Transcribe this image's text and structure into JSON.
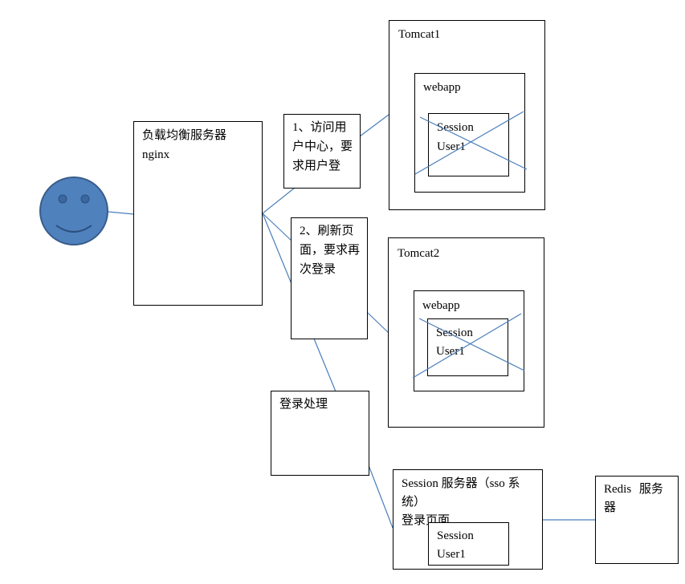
{
  "load_balancer": {
    "title": "负载均衡服务器",
    "name": "nginx"
  },
  "notes": {
    "step1": "1、访问用\n户中心，要\n求用户登",
    "step2": "2、刷新页\n面，要求再\n次登录",
    "login_handler": "登录处理"
  },
  "tomcat1": {
    "title": "Tomcat1",
    "webapp": "webapp",
    "session": "Session",
    "user": "User1"
  },
  "tomcat2": {
    "title": "Tomcat2",
    "webapp": "webapp",
    "session": "Session",
    "user": "User1"
  },
  "session_server": {
    "title": "Session 服务器（sso 系\n统）\n登录页面",
    "session": "Session",
    "user": "User1"
  },
  "redis": {
    "title": "Redis 服务\n器"
  },
  "colors": {
    "connector": "#4a7ebb",
    "face_fill": "#4f81bd",
    "face_stroke": "#385d8a"
  }
}
